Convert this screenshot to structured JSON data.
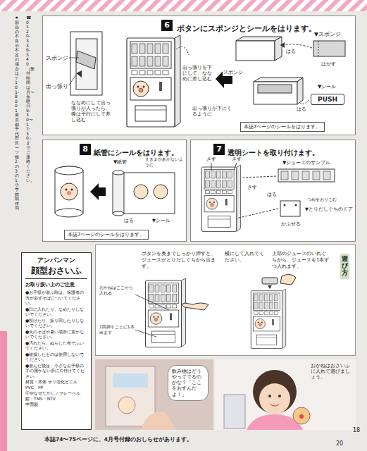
{
  "diagram": {
    "nodes": [
      {
        "text": [
          "ボタンにスポンジとシールをはります。"
        ]
      },
      {
        "text": [
          "6"
        ],
        "in": 0
      },
      {
        "text": [
          "本誌7ページのシールをはります。"
        ],
        "in": 0
      },
      {
        "text": [
          "PUSH"
        ],
        "in": 0
      },
      {
        "text": [
          "紙管にシールをはります。"
        ]
      },
      {
        "text": [
          "8"
        ],
        "in": 4
      },
      {
        "text": [
          "本誌7ページのシールをはります。"
        ],
        "in": 4
      },
      {
        "text": [
          "透明シートを取り付けます。"
        ]
      },
      {
        "text": [
          "7"
        ],
        "in": 7
      },
      {
        "text": [
          "遊び方"
        ]
      },
      {
        "text": [
          "アンパンマン",
          "顔型おさいふ",
          "お取り扱い上のご注意",
          "●お子様が遊ぶ時は、保護者の方が必ずそばについてください。",
          "●口に入れたり、なめたりしないでください。",
          "●投げたり、振り回したりしないでください。",
          "●火のそばや暑い場所に置かないでください。",
          "●汚れたら、ぬらした布でふいてください。",
          "●破損したものは使用しないでください。",
          "●遊んだ後は、小さなお子様の手の届かない所に片付けてください。",
          "材質：本体 ポリ塩化ビニル PVC、PP",
          "ⓒやなせたかし／フレーベル館・TMS・NTV",
          "中国製"
        ]
      },
      {
        "text": [
          "飲み物はどうやってでるのかな？「ここをおすんだよ！」"
        ]
      }
    ],
    "labels": [
      "★部品の不良や不足の場合は、〒101-8001東京都千代田区一ツ橋2の3の1小学館制作局",
      "☎0120-336-340（受付時間は月〜金曜日9:30〜17:30）までご連絡ください。",
      "スポンジ",
      "出っ張り",
      "ななめにして出っ張りが入ったら、後は平行にして差し込む",
      "出っ張りを下にして、ななめに差し込む",
      "▼スポンジ",
      "はる",
      "はがす",
      "スポンジ",
      "出っ張りが下にくるように",
      "▼シール",
      "はる",
      "▼紙管",
      "すきまがあかないように",
      "はる",
      "▼シール",
      "さす",
      "さす",
      "さす",
      "▼ジュースのサンプル",
      "はる",
      "つめをおりこむ",
      "▼とりだしぐちのドア",
      "かぶせる",
      "ボタンを奥までしっかり押すと、ジュースがとりだしぐちから出ます。",
      "横にして入れてください。",
      "上部のジュースのいれぐちから、ジュースを1本ずつ入れます。",
      "おかねはここから入れる",
      "1回押すごとに1本出ます",
      "おかねはおさいふに入れて遊びましょう。",
      "本誌74〜75ページに、4月号付録のおしらせがあります。",
      "20",
      "18"
    ]
  }
}
